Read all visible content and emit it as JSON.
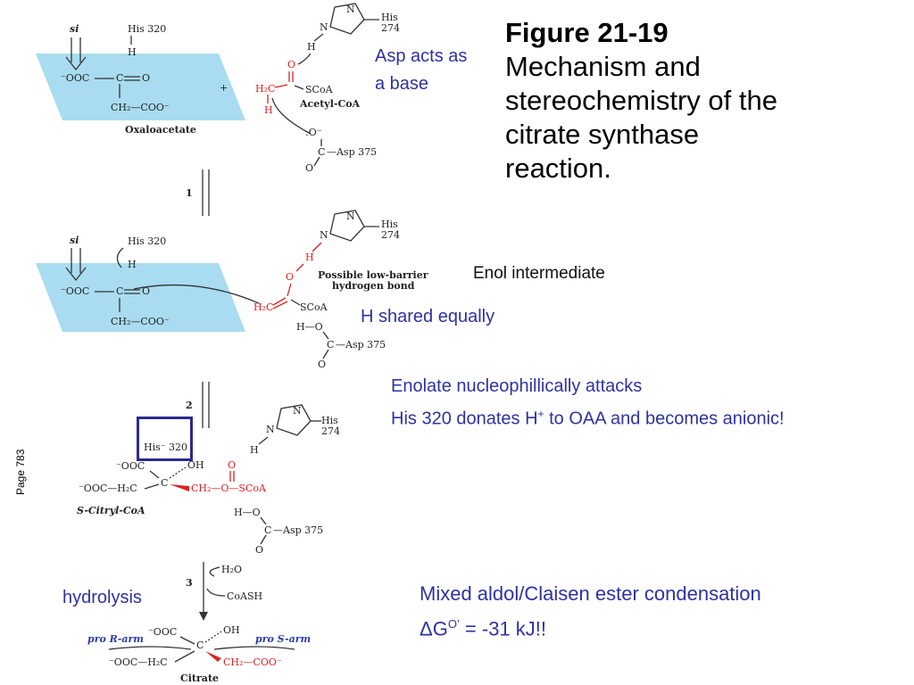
{
  "title": {
    "figure": "Figure 21-19",
    "subtitle": "Mechanism and stereochemistry of the citrate synthase reaction."
  },
  "page_label": "Page 783",
  "notes": {
    "asp_base": "Asp acts as a base",
    "enol": "Enol intermediate",
    "h_shared": "H shared equally",
    "enolate_1": "Enolate nucleophillically attacks",
    "enolate_2_pre": "His 320 donates H",
    "enolate_2_sup": "+",
    "enolate_2_post": " to OAA and becomes anionic!",
    "hydrolysis": "hydrolysis",
    "mixed": "Mixed aldol/Claisen ester condensation",
    "dg_pre": "ΔG",
    "dg_sup": "O’",
    "dg_post": " = -31 kJ!!"
  },
  "diagram": {
    "si": "si",
    "his320": "His 320",
    "h": "H",
    "his274_a": "His",
    "his274_b": "274",
    "n": "N",
    "o": "O",
    "c": "C",
    "ooc": "⁻OOC",
    "ch2coo": "CH₂—COO⁻",
    "h2c": "H₂C",
    "scoa": "SCoA",
    "oxaloacetate": "Oxaloacetate",
    "acetylcoa": "Acetyl-CoA",
    "plus": "+",
    "o_minus": ":O⁻",
    "asp375": "—Asp 375",
    "h_o": "H—O",
    "step1": "1",
    "step2": "2",
    "step3": "3",
    "lowbarrier_1": "Possible low-barrier",
    "lowbarrier_2": "hydrogen bond",
    "his_minus": "His⁻ 320",
    "oh": "OH",
    "ooc_h2c": "⁻OOC—H₂C",
    "ch2_o_scoa": "CH₂—O—SCoA",
    "s_citryl": "S-Citryl-CoA",
    "h2o": "H₂O",
    "coash": "CoASH",
    "pro_r": "pro R-arm",
    "pro_s": "pro S-arm",
    "ch2_coo2": "CH₂—COO⁻",
    "citrate": "Citrate"
  }
}
